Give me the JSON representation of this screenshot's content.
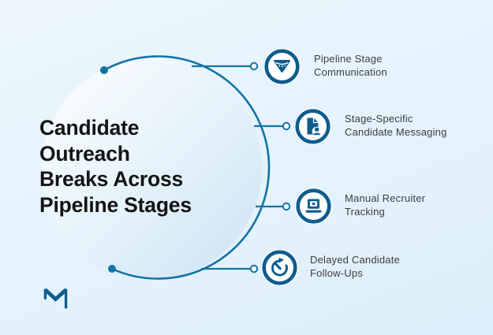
{
  "title": {
    "lines": [
      "Candidate",
      "Outreach",
      "Breaks Across",
      "Pipeline Stages"
    ]
  },
  "items": [
    {
      "icon": "funnel-icon",
      "lines": [
        "Pipeline Stage",
        "Communication"
      ]
    },
    {
      "icon": "resume-icon",
      "lines": [
        "Stage-Specific",
        "Candidate Messaging"
      ]
    },
    {
      "icon": "laptop-icon",
      "lines": [
        "Manual Recruiter",
        "Tracking"
      ]
    },
    {
      "icon": "timer-icon",
      "lines": [
        "Delayed Candidate",
        "Follow-Ups"
      ]
    }
  ],
  "logo": {
    "name": "mailmodo-m-logo"
  },
  "colors": {
    "accent": "#1373a5",
    "icon-navy": "#0d5c8e",
    "background": "#e4f2fc",
    "title-text": "#141414",
    "label-text": "#3d3d3d"
  }
}
